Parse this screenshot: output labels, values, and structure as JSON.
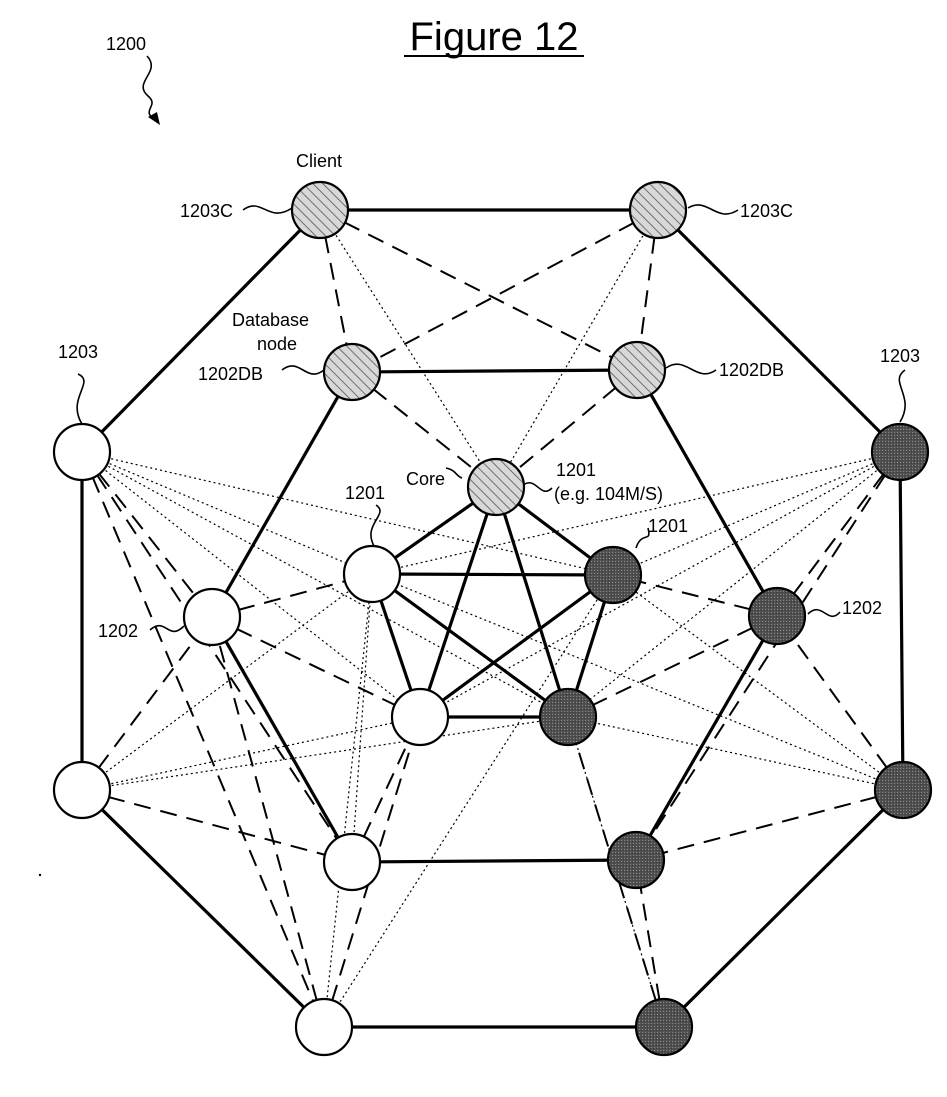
{
  "figure": {
    "title": "Figure 12",
    "ref": "1200",
    "labels": {
      "client": "Client",
      "database_line1": "Database",
      "database_line2": "node",
      "core": "Core",
      "ref_1203c_left": "1203C",
      "ref_1203c_right": "1203C",
      "ref_1202db_left": "1202DB",
      "ref_1202db_right": "1202DB",
      "ref_1203_left": "1203",
      "ref_1203_right": "1203",
      "ref_1201_core": "1201",
      "ref_1201_core_note": "(e.g. 104M/S)",
      "ref_1201_left": "1201",
      "ref_1201_right": "1201",
      "ref_1202_left": "1202",
      "ref_1202_right": "1202"
    }
  },
  "nodes": [
    {
      "id": "client-left",
      "fill": "hatched"
    },
    {
      "id": "client-right",
      "fill": "hatched"
    },
    {
      "id": "db-left",
      "fill": "hatched"
    },
    {
      "id": "db-right",
      "fill": "hatched"
    },
    {
      "id": "core",
      "fill": "hatched"
    },
    {
      "id": "outer-left-upper",
      "fill": "white"
    },
    {
      "id": "outer-left-lower",
      "fill": "white"
    },
    {
      "id": "outer-bottom-left",
      "fill": "white"
    },
    {
      "id": "outer-bottom-right",
      "fill": "dark"
    },
    {
      "id": "outer-right-lower",
      "fill": "dark"
    },
    {
      "id": "outer-right-upper",
      "fill": "dark"
    },
    {
      "id": "mid-left",
      "fill": "white"
    },
    {
      "id": "mid-bottom-left",
      "fill": "white"
    },
    {
      "id": "mid-bottom-right",
      "fill": "dark"
    },
    {
      "id": "mid-right",
      "fill": "dark"
    },
    {
      "id": "pent-upper-left",
      "fill": "white"
    },
    {
      "id": "pent-upper-right",
      "fill": "dark"
    },
    {
      "id": "pent-lower-left",
      "fill": "white"
    },
    {
      "id": "pent-lower-right",
      "fill": "dark"
    }
  ]
}
